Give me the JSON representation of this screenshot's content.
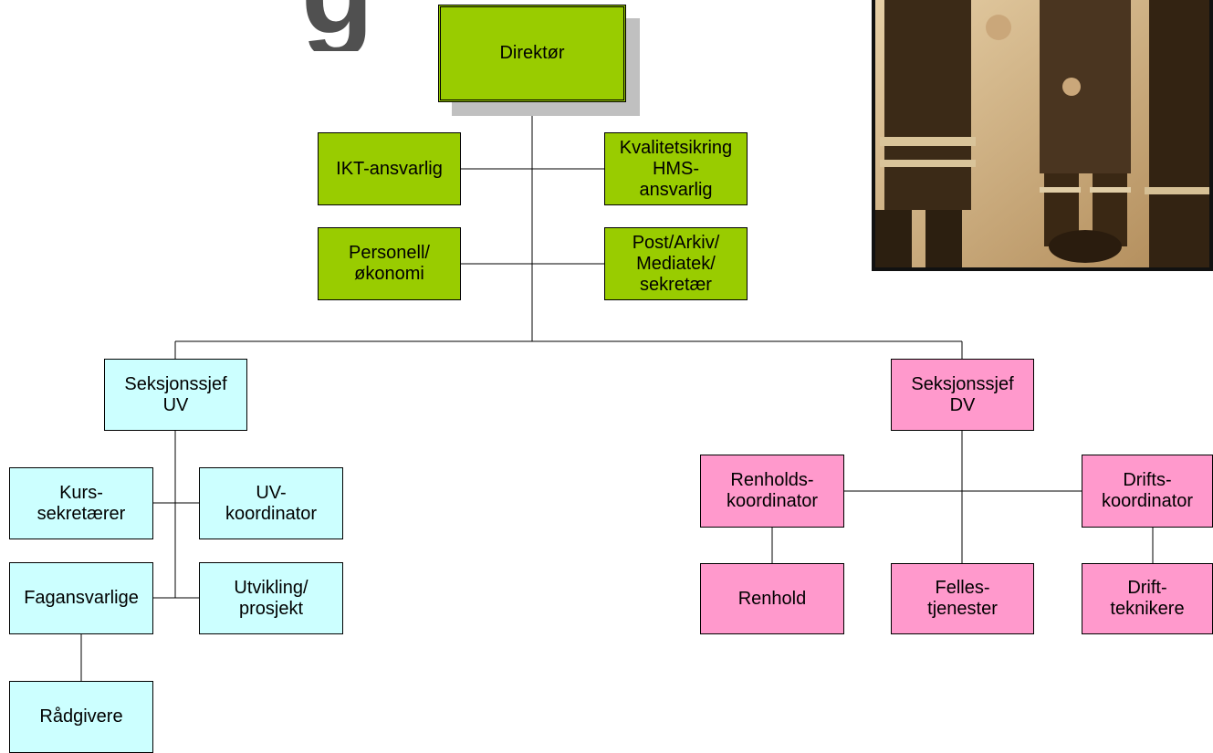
{
  "colors": {
    "director": "#99cc00",
    "staff": "#99cc00",
    "uv_section": "#ccffff",
    "dv_section": "#ff99cc"
  },
  "title_fragment": "g",
  "photo": {
    "description_icon": "firefighters-photo"
  },
  "nodes": {
    "director": "Direktør",
    "ikt": "IKT-ansvarlig",
    "kvalitet": "Kvalitetsikring\nHMS-\nansvarlig",
    "personell": "Personell/\nøkonomi",
    "post": "Post/Arkiv/\nMediatek/\nsekretær",
    "sjef_uv": "Seksjonssjef\nUV",
    "sjef_dv": "Seksjonssjef\nDV",
    "kurs": "Kurs-\nsekretærer",
    "uv_koordinator": "UV-\nkoordinator",
    "fagansvarlige": "Fagansvarlige",
    "utvikling": "Utvikling/\nprosjekt",
    "radgivere": "Rådgivere",
    "renholds_koordinator": "Renholds-\nkoordinator",
    "drifts_koordinator": "Drifts-\nkoordinator",
    "renhold": "Renhold",
    "felles": "Felles-\ntjenester",
    "drift_teknikere": "Drift-\nteknikere"
  }
}
